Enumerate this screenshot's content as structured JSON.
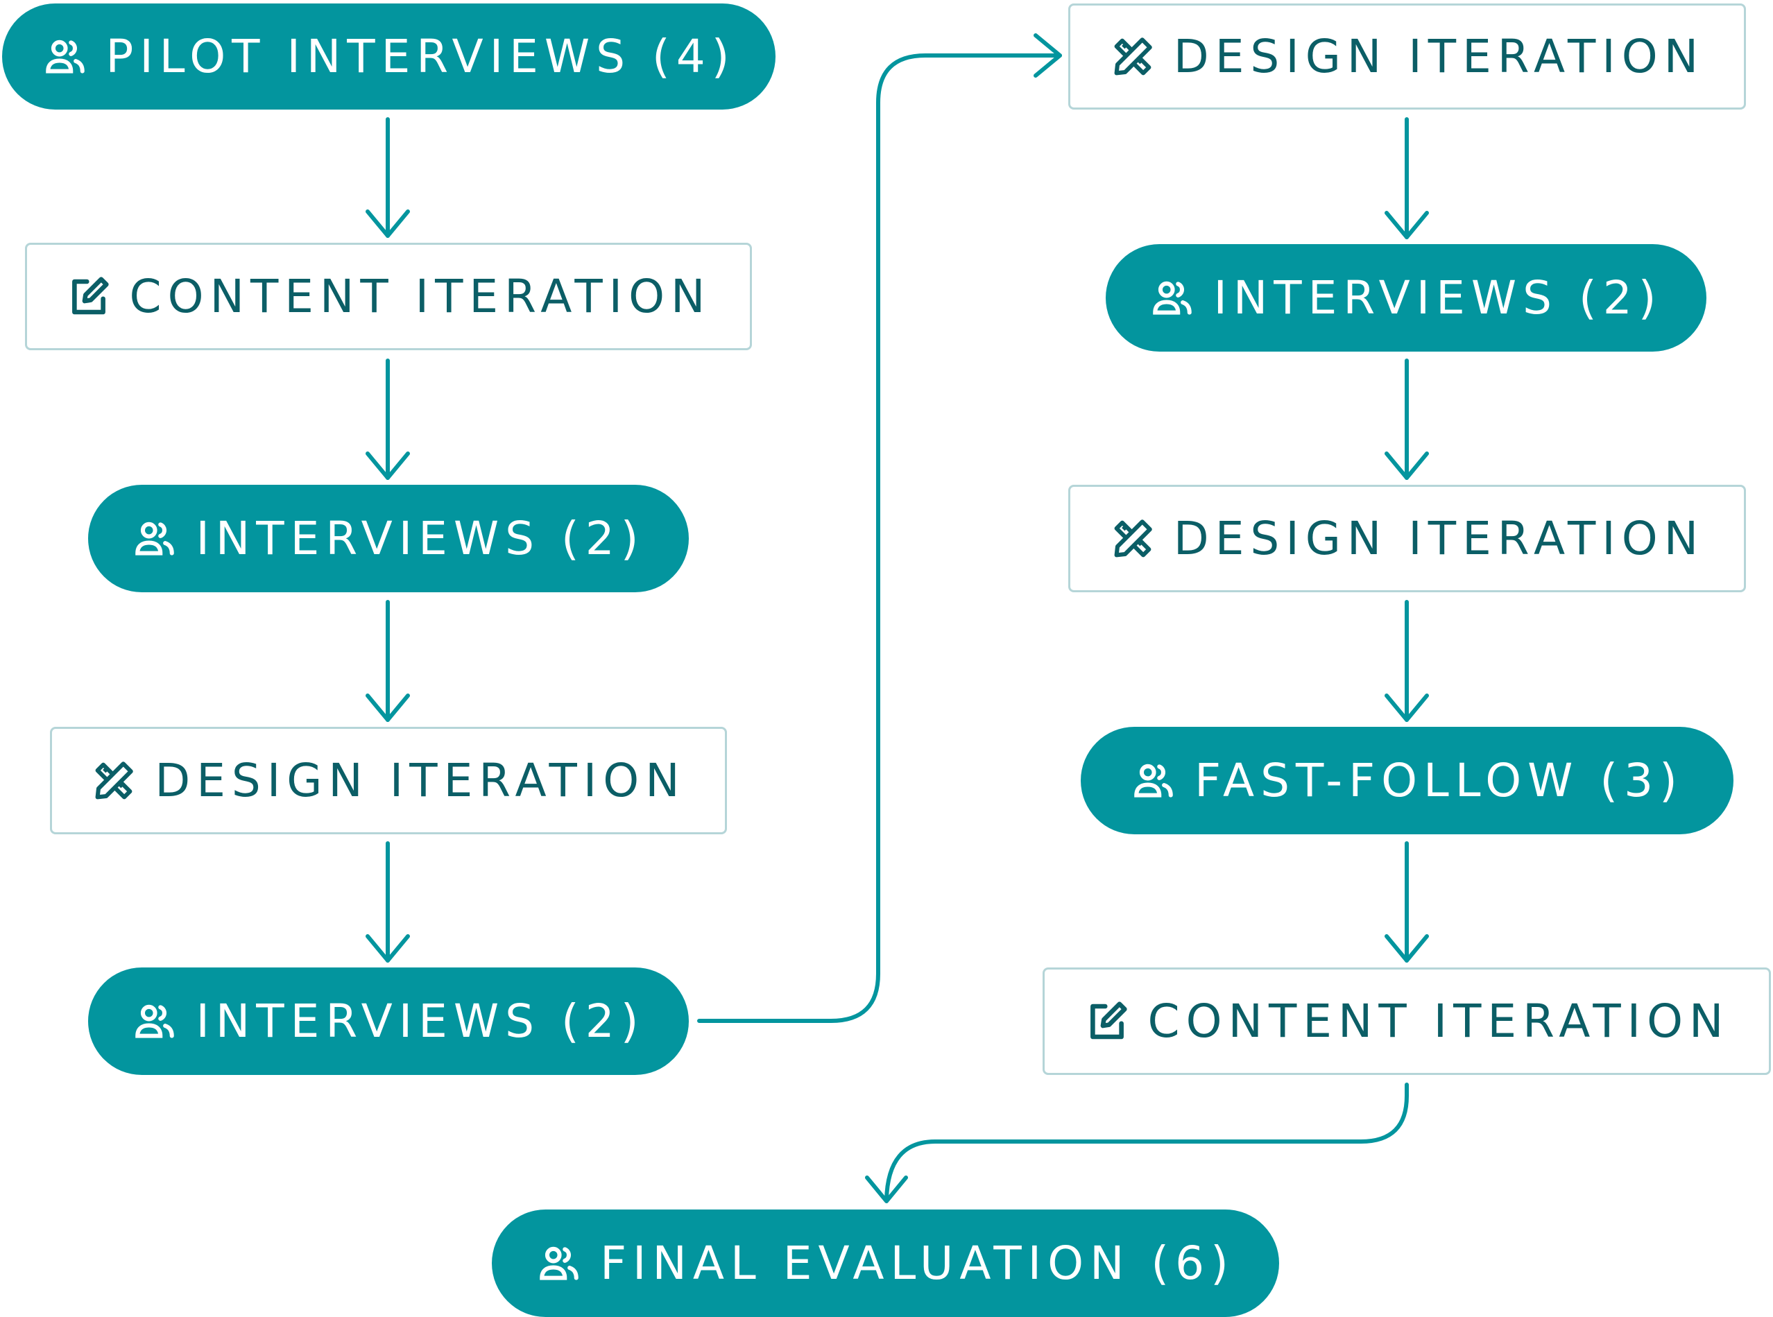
{
  "colors": {
    "accent": "#03959e",
    "box_text": "#0b5e66",
    "box_border": "#b5d5d8",
    "pill_text": "#ffffff"
  },
  "nodes": [
    {
      "id": "n1",
      "label": "PILOT INTERVIEWS (4)",
      "style": "pill",
      "icon": "users-icon"
    },
    {
      "id": "n2",
      "label": "CONTENT ITERATION",
      "style": "box",
      "icon": "edit-icon"
    },
    {
      "id": "n3",
      "label": "INTERVIEWS (2)",
      "style": "pill",
      "icon": "users-icon"
    },
    {
      "id": "n4",
      "label": "DESIGN ITERATION",
      "style": "box",
      "icon": "design-tools-icon"
    },
    {
      "id": "n5",
      "label": "INTERVIEWS (2)",
      "style": "pill",
      "icon": "users-icon"
    },
    {
      "id": "n6",
      "label": "DESIGN ITERATION",
      "style": "box",
      "icon": "design-tools-icon"
    },
    {
      "id": "n7",
      "label": "INTERVIEWS (2)",
      "style": "pill",
      "icon": "users-icon"
    },
    {
      "id": "n8",
      "label": "DESIGN ITERATION",
      "style": "box",
      "icon": "design-tools-icon"
    },
    {
      "id": "n9",
      "label": "FAST-FOLLOW (3)",
      "style": "pill",
      "icon": "users-icon"
    },
    {
      "id": "n10",
      "label": "CONTENT ITERATION",
      "style": "box",
      "icon": "edit-icon"
    },
    {
      "id": "n11",
      "label": "FINAL EVALUATION (6)",
      "style": "pill",
      "icon": "users-icon"
    }
  ],
  "edges": [
    [
      "n1",
      "n2"
    ],
    [
      "n2",
      "n3"
    ],
    [
      "n3",
      "n4"
    ],
    [
      "n4",
      "n5"
    ],
    [
      "n5",
      "n6"
    ],
    [
      "n6",
      "n7"
    ],
    [
      "n7",
      "n8"
    ],
    [
      "n8",
      "n9"
    ],
    [
      "n9",
      "n10"
    ],
    [
      "n10",
      "n11"
    ]
  ]
}
